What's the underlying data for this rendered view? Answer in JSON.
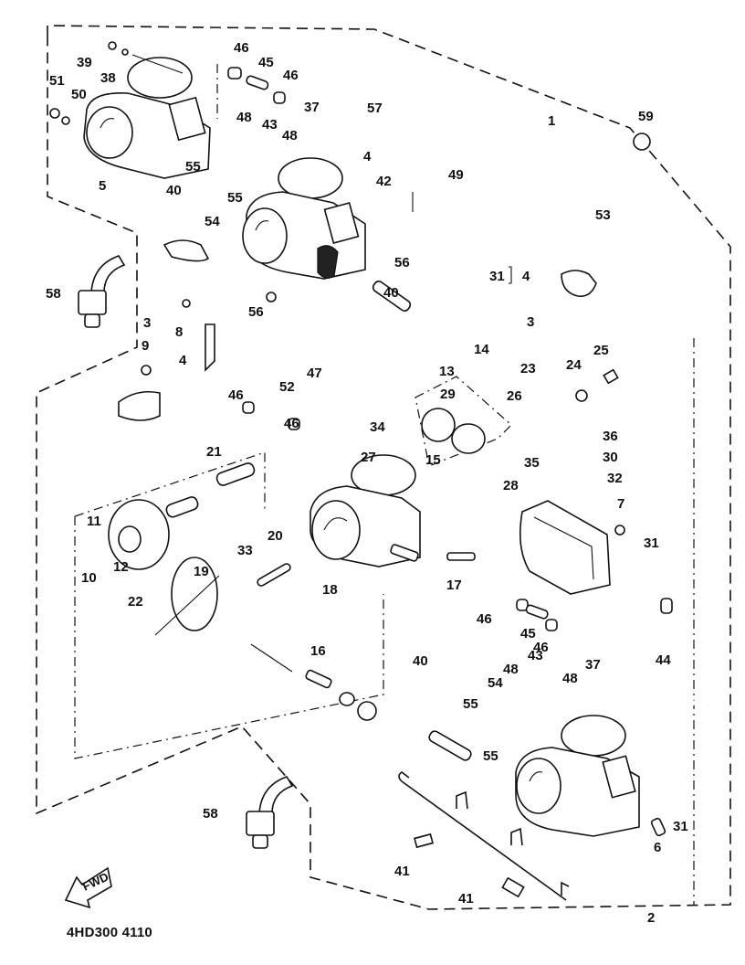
{
  "diagram": {
    "subject": "Carburetor assembly exploded parts view",
    "drawing_code": "4HD300 4110",
    "direction_marker": "FWD",
    "callouts": [
      {
        "id": "c1",
        "label": "1"
      },
      {
        "id": "c2",
        "label": "2"
      },
      {
        "id": "c3a",
        "label": "3"
      },
      {
        "id": "c3b",
        "label": "3"
      },
      {
        "id": "c4a",
        "label": "4"
      },
      {
        "id": "c4b",
        "label": "4"
      },
      {
        "id": "c4c",
        "label": "4"
      },
      {
        "id": "c5",
        "label": "5"
      },
      {
        "id": "c6",
        "label": "6"
      },
      {
        "id": "c7",
        "label": "7"
      },
      {
        "id": "c8",
        "label": "8"
      },
      {
        "id": "c9",
        "label": "9"
      },
      {
        "id": "c10",
        "label": "10"
      },
      {
        "id": "c11",
        "label": "11"
      },
      {
        "id": "c12",
        "label": "12"
      },
      {
        "id": "c13",
        "label": "13"
      },
      {
        "id": "c14",
        "label": "14"
      },
      {
        "id": "c15",
        "label": "15"
      },
      {
        "id": "c16",
        "label": "16"
      },
      {
        "id": "c17",
        "label": "17"
      },
      {
        "id": "c18",
        "label": "18"
      },
      {
        "id": "c19",
        "label": "19"
      },
      {
        "id": "c20",
        "label": "20"
      },
      {
        "id": "c21",
        "label": "21"
      },
      {
        "id": "c22",
        "label": "22"
      },
      {
        "id": "c23",
        "label": "23"
      },
      {
        "id": "c24",
        "label": "24"
      },
      {
        "id": "c25",
        "label": "25"
      },
      {
        "id": "c26",
        "label": "26"
      },
      {
        "id": "c27",
        "label": "27"
      },
      {
        "id": "c28",
        "label": "28"
      },
      {
        "id": "c29",
        "label": "29"
      },
      {
        "id": "c30",
        "label": "30"
      },
      {
        "id": "c31a",
        "label": "31"
      },
      {
        "id": "c31b",
        "label": "31"
      },
      {
        "id": "c31c",
        "label": "31"
      },
      {
        "id": "c32",
        "label": "32"
      },
      {
        "id": "c33",
        "label": "33"
      },
      {
        "id": "c34",
        "label": "34"
      },
      {
        "id": "c35",
        "label": "35"
      },
      {
        "id": "c36",
        "label": "36"
      },
      {
        "id": "c37a",
        "label": "37"
      },
      {
        "id": "c37b",
        "label": "37"
      },
      {
        "id": "c38",
        "label": "38"
      },
      {
        "id": "c39",
        "label": "39"
      },
      {
        "id": "c40a",
        "label": "40"
      },
      {
        "id": "c40b",
        "label": "40"
      },
      {
        "id": "c40c",
        "label": "40"
      },
      {
        "id": "c41a",
        "label": "41"
      },
      {
        "id": "c41b",
        "label": "41"
      },
      {
        "id": "c42",
        "label": "42"
      },
      {
        "id": "c43a",
        "label": "43"
      },
      {
        "id": "c43b",
        "label": "43"
      },
      {
        "id": "c44",
        "label": "44"
      },
      {
        "id": "c45a",
        "label": "45"
      },
      {
        "id": "c45b",
        "label": "45"
      },
      {
        "id": "c46a",
        "label": "46"
      },
      {
        "id": "c46b",
        "label": "46"
      },
      {
        "id": "c46c",
        "label": "46"
      },
      {
        "id": "c46d",
        "label": "46"
      },
      {
        "id": "c46e",
        "label": "46"
      },
      {
        "id": "c46f",
        "label": "46"
      },
      {
        "id": "c47",
        "label": "47"
      },
      {
        "id": "c48a",
        "label": "48"
      },
      {
        "id": "c48b",
        "label": "48"
      },
      {
        "id": "c48c",
        "label": "48"
      },
      {
        "id": "c48d",
        "label": "48"
      },
      {
        "id": "c49",
        "label": "49"
      },
      {
        "id": "c50",
        "label": "50"
      },
      {
        "id": "c51",
        "label": "51"
      },
      {
        "id": "c52",
        "label": "52"
      },
      {
        "id": "c53",
        "label": "53"
      },
      {
        "id": "c54a",
        "label": "54"
      },
      {
        "id": "c54b",
        "label": "54"
      },
      {
        "id": "c55a",
        "label": "55"
      },
      {
        "id": "c55b",
        "label": "55"
      },
      {
        "id": "c55c",
        "label": "55"
      },
      {
        "id": "c55d",
        "label": "55"
      },
      {
        "id": "c56a",
        "label": "56"
      },
      {
        "id": "c56b",
        "label": "56"
      },
      {
        "id": "c57",
        "label": "57"
      },
      {
        "id": "c58a",
        "label": "58"
      },
      {
        "id": "c58b",
        "label": "58"
      },
      {
        "id": "c59",
        "label": "59"
      }
    ]
  }
}
